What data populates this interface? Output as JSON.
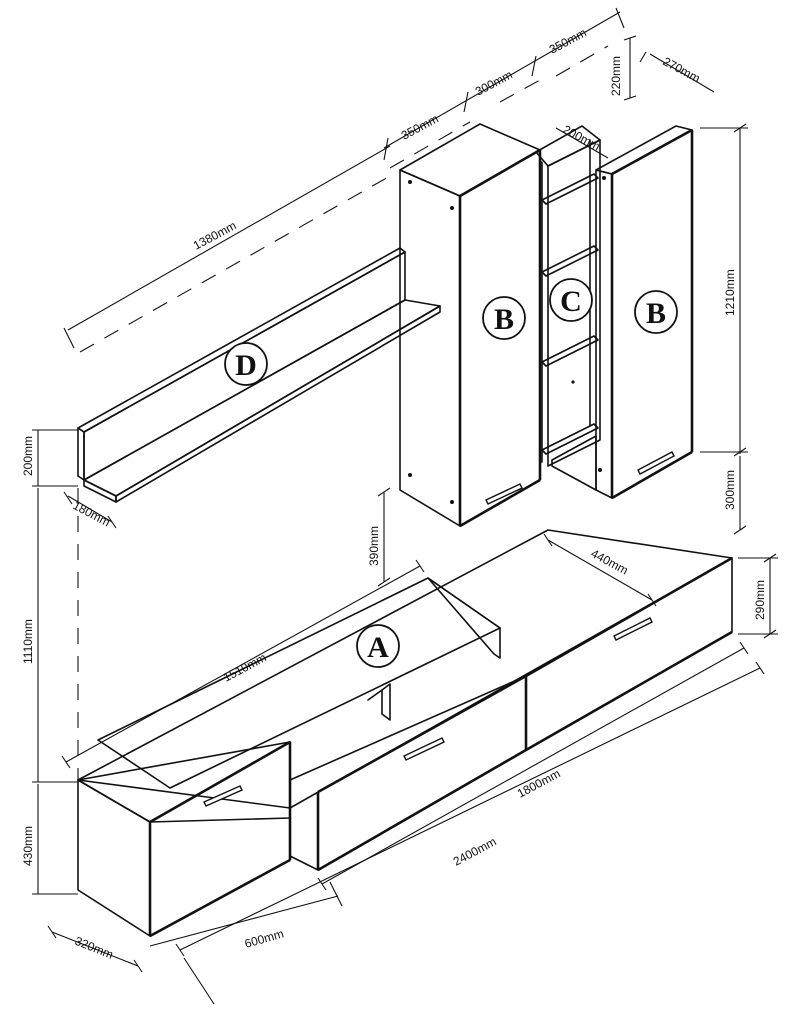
{
  "labels": {
    "a": "A",
    "b_left": "B",
    "b_right": "B",
    "c": "C",
    "d": "D"
  },
  "dimensions": {
    "top_right_width": "350mm",
    "middle_width": "300mm",
    "left_cabinet_width": "350mm",
    "top_height": "220mm",
    "right_depth": "270mm",
    "shelf_depth": "200mm",
    "wall_shelf_length": "1380mm",
    "cabinet_height": "1210mm",
    "shelf_height": "200mm",
    "shelf_board_depth": "180mm",
    "gap_height": "390mm",
    "cabinet_gap": "300mm",
    "tv_stand_depth": "440mm",
    "stand_height": "290mm",
    "top_board_length": "1510mm",
    "side_height": "1110mm",
    "low_width": "1800mm",
    "base_height": "430mm",
    "total_width": "2400mm",
    "unit_width": "600mm",
    "unit_depth": "320mm"
  }
}
